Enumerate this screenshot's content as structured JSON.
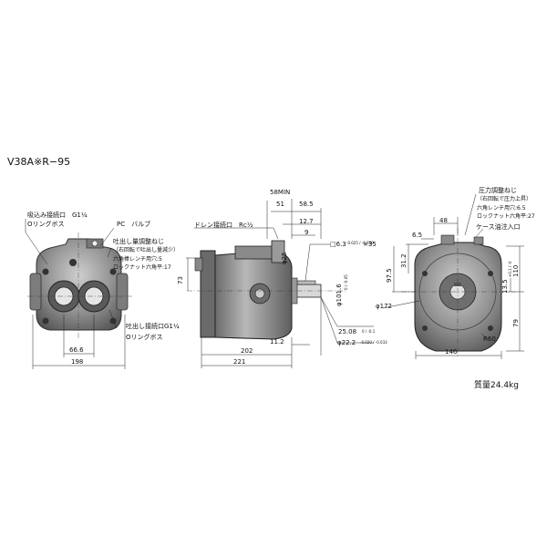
{
  "model": "V38A※R−95",
  "mass": "質量24.4kg",
  "front_view": {
    "suction_port": "吸込み接続口　G1¼",
    "suction_oring": "Oリングボス",
    "pc_valve": "PC　バルブ",
    "adjust_screw": "吐出し量調整ねじ",
    "adjust_note": "（右回転で吐出し量減少）",
    "hex_wrench": "六角棒レンチ用穴:5",
    "lock_nut": "ロックナット六角平:17",
    "discharge_port": "吐出し接続口G1¼",
    "discharge_oring": "Oリングボス",
    "dim_66_6": "66.6",
    "dim_198": "198"
  },
  "side_view": {
    "drain_port": "ドレン接続口　Rc½",
    "dim_58min": "58MIN",
    "dim_51": "51",
    "dim_58_5": "58.5",
    "dim_12_7": "12.7",
    "dim_9": "9",
    "dim_73": "73",
    "dim_phi25": "φ25",
    "key": "□6.3",
    "key_tol": "-0.025 / -0.050",
    "key_len": "×35",
    "dim_phi101_6": "φ101.6",
    "dim_phi101_6_tol": "0 / -0.05",
    "dim_25_08": "25.08",
    "dim_25_08_tol": "0 / -0.1",
    "dim_phi22_2": "φ22.2",
    "dim_phi22_2_tol": "-0.020 / -0.033",
    "dim_11_2": "11.2",
    "dim_202": "202",
    "dim_221": "221"
  },
  "rear_view": {
    "pressure_screw": "圧力調整ねじ",
    "pressure_note": "（右回転で圧力上昇）",
    "hex_wrench": "六角レンチ用穴:6.5",
    "lock_nut": "ロックナット六角平:27",
    "case_port": "ケース油注入口",
    "dim_48": "48",
    "dim_6_5": "6.5",
    "dim_31_2": "31.2",
    "dim_97_5": "97.5",
    "dim_13_5": "13.5",
    "dim_13_5_tol": "+0.1 / -0",
    "dim_110": "110",
    "dim_phi172": "φ172",
    "dim_79": "79",
    "dim_R60": "R60",
    "dim_146": "146"
  }
}
